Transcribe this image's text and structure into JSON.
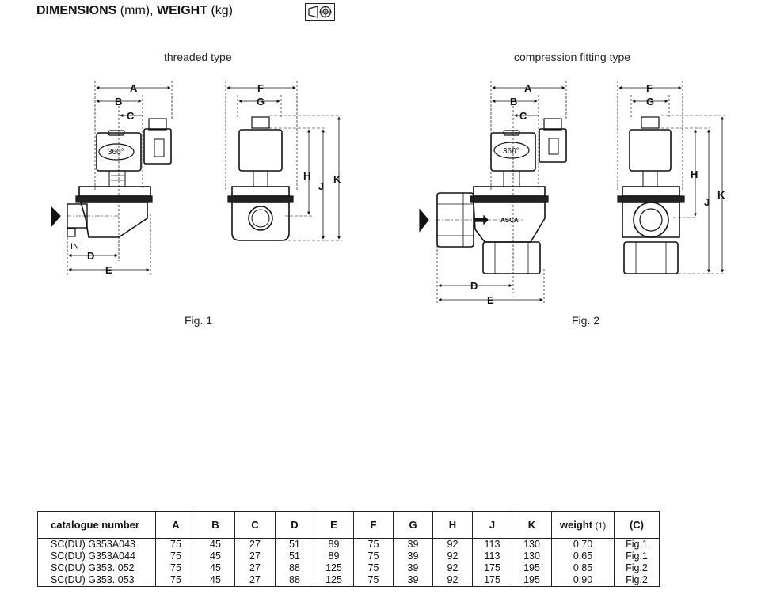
{
  "header": {
    "title_bold_1": "DIMENSIONS",
    "title_unit_1": " (mm), ",
    "title_bold_2": "WEIGHT",
    "title_unit_2": " (kg)"
  },
  "figure1": {
    "type_label": "threaded type",
    "caption": "Fig. 1",
    "angle_label": "360°",
    "inlet_label": "IN",
    "dim_labels": [
      "A",
      "B",
      "C",
      "D",
      "E",
      "F",
      "G",
      "H",
      "J",
      "K"
    ]
  },
  "figure2": {
    "type_label": "compression fitting type",
    "caption": "Fig. 2",
    "angle_label": "360°",
    "brand_label": "ASCA",
    "dim_labels": [
      "A",
      "B",
      "C",
      "D",
      "E",
      "F",
      "G",
      "H",
      "J",
      "K"
    ]
  },
  "table": {
    "headers": [
      "catalogue number",
      "A",
      "B",
      "C",
      "D",
      "E",
      "F",
      "G",
      "H",
      "J",
      "K",
      "weight",
      "(C)"
    ],
    "weight_note": "(1)",
    "rows": [
      [
        "SC(DU) G353A043",
        "75",
        "45",
        "27",
        "51",
        "89",
        "75",
        "39",
        "92",
        "113",
        "130",
        "0,70",
        "Fig.1"
      ],
      [
        "SC(DU) G353A044",
        "75",
        "45",
        "27",
        "51",
        "89",
        "75",
        "39",
        "92",
        "113",
        "130",
        "0,65",
        "Fig.1"
      ],
      [
        "SC(DU) G353. 052",
        "75",
        "45",
        "27",
        "88",
        "125",
        "75",
        "39",
        "92",
        "175",
        "195",
        "0,85",
        "Fig.2"
      ],
      [
        "SC(DU) G353. 053",
        "75",
        "45",
        "27",
        "88",
        "125",
        "75",
        "39",
        "92",
        "175",
        "195",
        "0,90",
        "Fig.2"
      ]
    ]
  }
}
